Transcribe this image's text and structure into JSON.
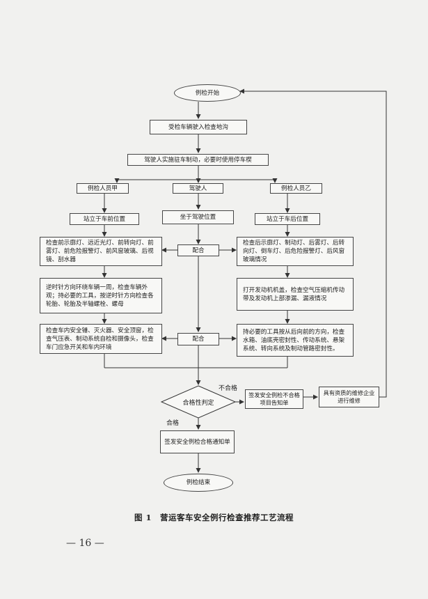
{
  "flow": {
    "start": "例检开始",
    "enter": "受检车辆驶入检查地沟",
    "brake": "驾驶人实施驻车制动，必要时使用停车楔",
    "inspector_a": "例检人员甲",
    "driver": "驾驶人",
    "inspector_b": "例检人员乙",
    "a_front": "站立于车前位置",
    "driver_seat": "坐于驾驶位置",
    "b_rear": "站立于车后位置",
    "a_lights": "检查前示廓灯、远近光灯、前转向灯、前雾灯、前危险报警灯、前风窗玻璃、后视镜、刮水器",
    "coop1": "配合",
    "b_lights": "检查后示廓灯、制动灯、后雾灯、后转向灯、倒车灯、后危险报警灯、后风窗玻璃情况",
    "a_walk": "逆时针方向环绕车辆一周，检查车辆外观；持必要的工具，按逆时针方向检查各轮胎、轮胎及半轴螺栓、螺母",
    "b_engine": "打开发动机机盖，检查空气压缩机传动带及发动机上部渗漏、漏液情况",
    "a_safety": "检查车内安全锤、灭火器、安全顶窗，检查气压表、制动系统自检和摄像头，检查车门应急开关和车内环境",
    "coop2": "配合",
    "b_under": "持必要的工具按从后向前的方向，检查水箱、油底壳密封性、传动系统、悬架系统、转向系统及制动管路密封性。",
    "decision": "合格性判定",
    "fail_label": "不合格",
    "pass_label": "合格",
    "fail_notice": "签发安全例检不合格项目告知单",
    "repair": "具有资质的维修企业进行维修",
    "pass_notice": "签发安全例检合格通知单",
    "end": "例检结束"
  },
  "caption": "图 1　营运客车安全例行检查推荐工艺流程",
  "page_number": "— 16 —"
}
